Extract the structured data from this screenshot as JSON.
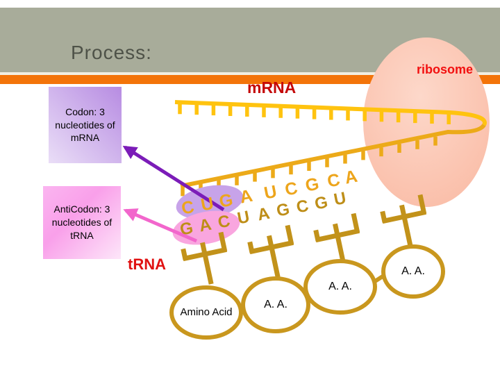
{
  "header": {
    "title": "Process:"
  },
  "labels": {
    "mrna": "mRNA",
    "ribosome": "ribosome",
    "trna": "tRNA"
  },
  "boxes": {
    "codon": "Codon: 3 nucleotides of mRNA",
    "anticodon": "AntiCodon: 3 nucleotides of tRNA"
  },
  "strand": {
    "codon_letters": [
      "C",
      "U",
      "G",
      "A",
      "U",
      "C",
      "G",
      "C",
      "A"
    ],
    "anticodon_letters": [
      "G",
      "A",
      "C",
      "U",
      "A",
      "G",
      "C",
      "G",
      "U"
    ]
  },
  "amino_acids": [
    "Amino Acid",
    "A. A.",
    "A. A.",
    "A. A."
  ],
  "colors": {
    "header_bar": "#A8AC9A",
    "accent_bar": "#F37409",
    "title_text": "#4E5248",
    "red_label": "#D90E0E",
    "mrna_gold": "#FFC30F",
    "mrna_return_gold": "#ECAA19",
    "trna_gold": "#C2921A",
    "codon_letter": "#EDA51C",
    "anticodon_letter": "#BE8E18",
    "ribosome_fill": "#FBC4B0",
    "codon_highlight": "#C7A3E9",
    "anticodon_highlight": "#F9A6DF",
    "codon_arrow": "#7B1CB8",
    "anticodon_arrow": "#F266CC"
  }
}
